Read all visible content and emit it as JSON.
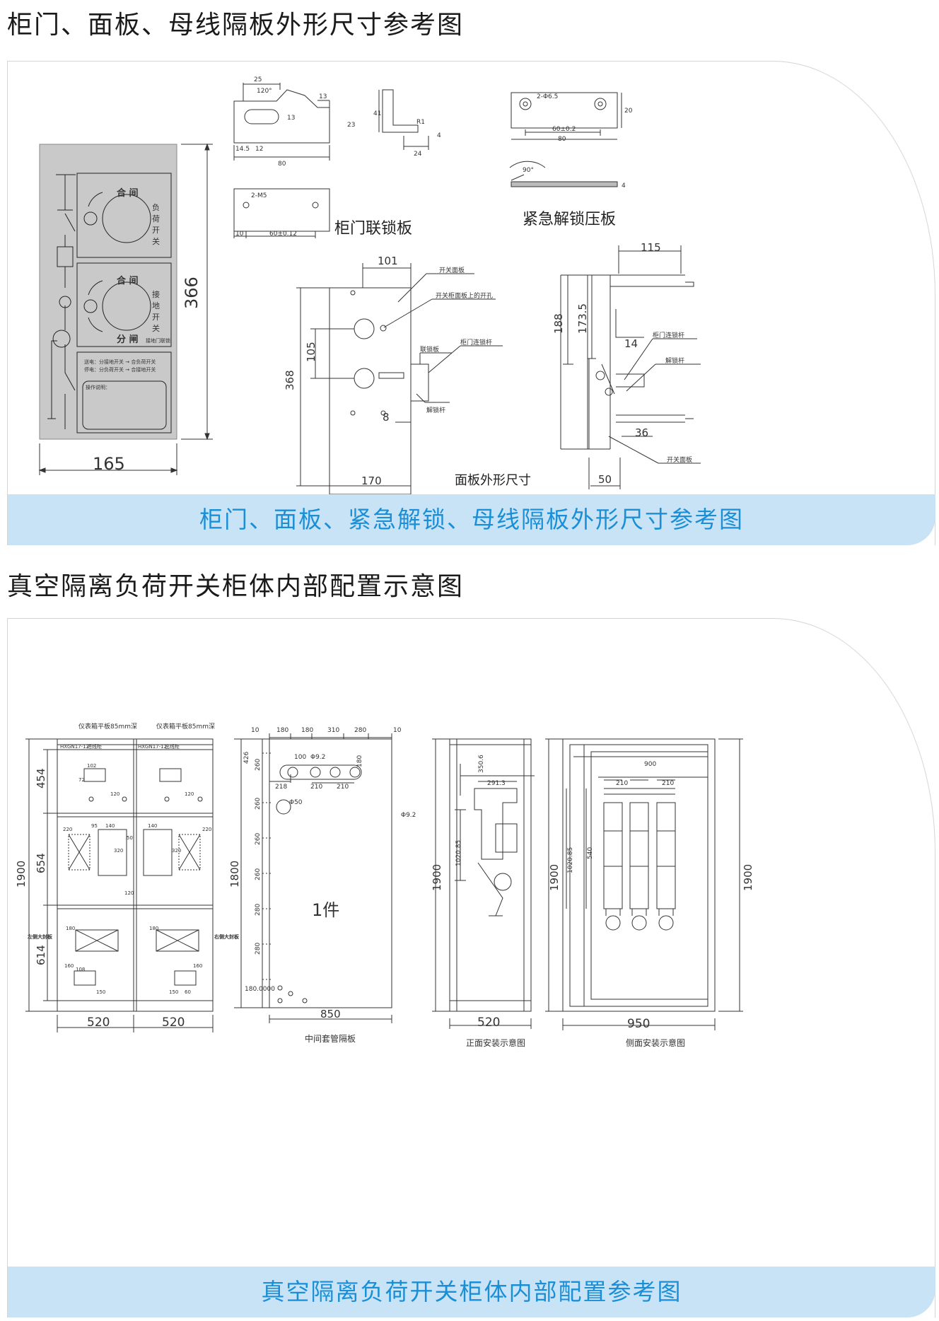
{
  "section1": {
    "title": "柜门、面板、母线隔板外形尺寸参考图",
    "caption": "柜门、面板、紧急解锁、母线隔板外形尺寸参考图",
    "panel_drawing": {
      "width_label": "165",
      "height_label": "366",
      "box1_top": "合 间",
      "box1_side": [
        "负",
        "荷",
        "开",
        "关"
      ],
      "box2_top": "合 间",
      "box2_bottom": "分 闸",
      "box2_side": [
        "接",
        "地",
        "开",
        "关"
      ],
      "box2_note": "接地门联锁",
      "info1": "送电：分接地开关 → 合负荷开关",
      "info2": "停电：分负荷开关 → 合接地开关",
      "op_title": "操作说明："
    },
    "interlock_plate": {
      "label": "柜门联锁板",
      "dims": [
        "25",
        "120°",
        "13",
        "13",
        "23",
        "14.5",
        "12",
        "80",
        "41",
        "R1",
        "4",
        "24",
        "2-M5",
        "10",
        "60±0.12"
      ]
    },
    "emergency_plate": {
      "label": "紧急解锁压板",
      "dims": [
        "2-Φ6.5",
        "20",
        "60±0.2",
        "80",
        "90°",
        "4"
      ]
    },
    "panel_outline": {
      "label": "面板外形尺寸",
      "dims": [
        "101",
        "105",
        "368",
        "8",
        "170"
      ],
      "callouts": [
        "开关面板",
        "开关柜面板上的开孔",
        "联锁板",
        "柜门连锁杆",
        "解锁杆"
      ]
    },
    "side_view": {
      "dims": [
        "115",
        "188",
        "173.5",
        "14",
        "36",
        "50"
      ],
      "callouts": [
        "柜门连锁杆",
        "解锁杆",
        "开关面板"
      ]
    }
  },
  "section2": {
    "title": "真空隔离负荷开关柜体内部配置示意图",
    "caption": "真空隔离负荷开关柜体内部配置参考图",
    "cabinet_front": {
      "top_notes": [
        "仪表箱平板85mm深",
        "仪表箱平板85mm深"
      ],
      "heights": [
        "454",
        "654",
        "614",
        "1900"
      ],
      "widths": [
        "520",
        "520"
      ],
      "side_labels": [
        "左侧大封板",
        "右侧大封板"
      ],
      "inner_dims": [
        "102",
        "72",
        "120",
        "120",
        "95",
        "140",
        "320",
        "50",
        "140",
        "320",
        "220",
        "220",
        "120",
        "180",
        "180",
        "160",
        "108",
        "160",
        "150",
        "150",
        "60"
      ],
      "small_labels": [
        "HXGN17-12",
        "HXGN17-12",
        "进线柜",
        "出线柜"
      ]
    },
    "bushing_plate": {
      "label": "中间套管隔板",
      "center": "1件",
      "top_dims": [
        "10",
        "180",
        "180",
        "310",
        "280",
        "10"
      ],
      "left_dims": [
        "426",
        "260",
        "260",
        "260",
        "260",
        "280",
        "280",
        "1800"
      ],
      "inner_dims": [
        "100",
        "Φ9.2",
        "218",
        "210",
        "210",
        "180",
        "Φ50",
        "Φ9.2",
        "180.0000"
      ],
      "width": "850"
    },
    "front_install": {
      "label": "正面安装示意图",
      "dims": [
        "350.6",
        "291.3",
        "1020.85",
        "1900",
        "520"
      ]
    },
    "side_install": {
      "label": "侧面安装示意图",
      "dims": [
        "900",
        "210",
        "210",
        "1020.85",
        "540",
        "1900",
        "1900",
        "950"
      ]
    }
  }
}
